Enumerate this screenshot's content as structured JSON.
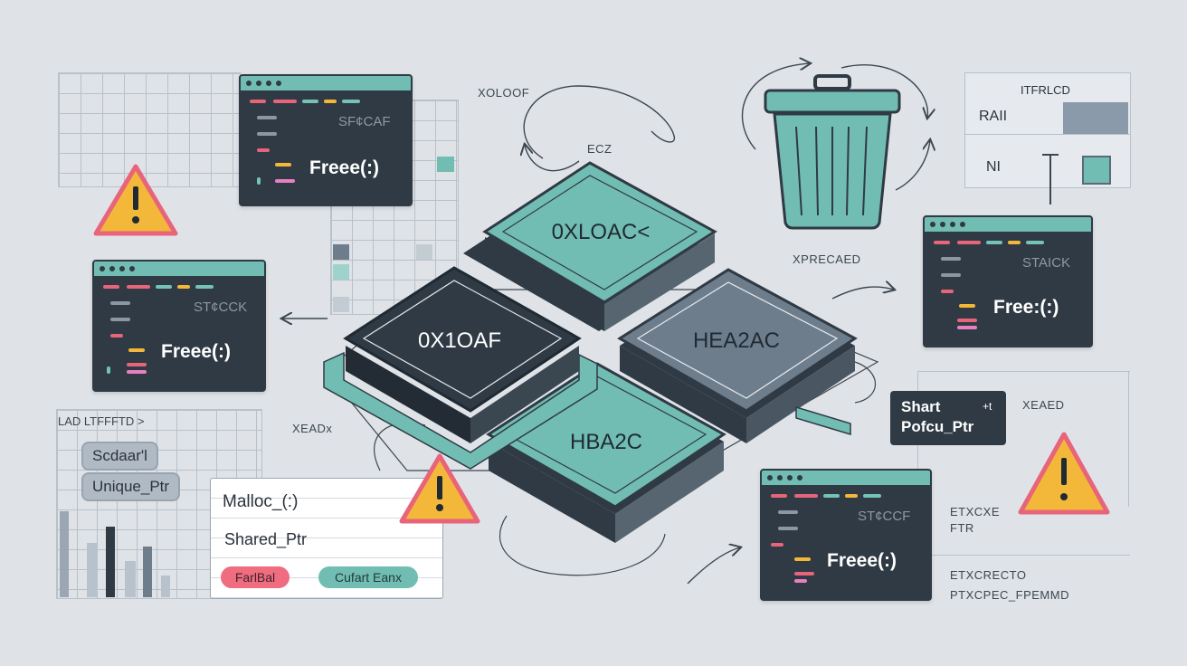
{
  "labels": {
    "top_center_text": "XOLOOF",
    "ecz_text": "ECZ",
    "xreadx_text": "XEADx",
    "xprecaed_text": "XPRECAED",
    "xeaed_text": "XEAED",
    "etxcxe_text": "ETXCXE",
    "ftr_text": "FTR",
    "etxcrecto_text": "ETXCRECTO",
    "ptxcpec_text": "PTXCPEC_FPEMMD"
  },
  "tiles": {
    "top": "0XLOAC<",
    "left": "0X1OAF",
    "right": "HEA2AC",
    "bottom": "HBA2C"
  },
  "terminals": {
    "top_left": {
      "label": "SF¢CAF",
      "code": "Freee(:)"
    },
    "mid_left": {
      "label": "ST¢CCK",
      "code": "Freee(:)"
    },
    "right": {
      "label": "STAICK",
      "code": "Free:(:)"
    },
    "bottom_right": {
      "label": "ST¢CCF",
      "code": "Freee(:)"
    }
  },
  "panel_top_right": {
    "title": "ITFRLCD",
    "raii": "RAII",
    "ni": "NI"
  },
  "panel_left": {
    "header": "LAD  LTFFFTD  >",
    "pill1": "Scdaar'l",
    "pill2": "Unique_Ptr"
  },
  "malloc_card": {
    "line1": "Malloc_(:)",
    "line2": "Shared_Ptr",
    "badge_red": "FarlBal",
    "badge_teal": "Cufart Eanx"
  },
  "smart_box": {
    "line1": "Shart",
    "line1_suffix": "+t",
    "line2": "Pofcu_Ptr"
  },
  "colors": {
    "background": "#dfe3e8",
    "teal": "#72bdb3",
    "dark": "#2f3a44",
    "slate": "#6e7d8c",
    "warning": "#f3b83a",
    "warning_border": "#e8647a"
  },
  "icons": [
    "warning-icon",
    "trash-icon",
    "arrow-icon",
    "terminal-window-icon"
  ]
}
